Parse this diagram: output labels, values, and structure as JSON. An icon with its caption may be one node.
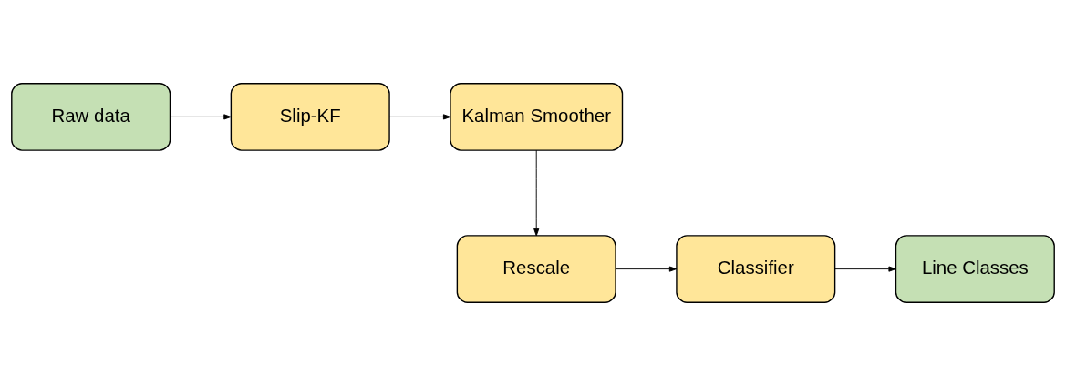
{
  "diagram": {
    "nodes": [
      {
        "text": [
          "Raw data"
        ]
      },
      {
        "text": [
          "Slip-KF"
        ]
      },
      {
        "text": [
          "Kalman Smoother"
        ]
      },
      {
        "text": [
          "Rescale"
        ]
      },
      {
        "text": [
          "Classifier"
        ]
      },
      {
        "text": [
          "Line Classes"
        ]
      }
    ],
    "edges": [
      {
        "from": 0,
        "to": 1,
        "arrow": "to"
      },
      {
        "from": 1,
        "to": 2,
        "arrow": "to"
      },
      {
        "from": 2,
        "to": 3,
        "arrow": "to"
      },
      {
        "from": 3,
        "to": 4,
        "arrow": "to"
      },
      {
        "from": 4,
        "to": 5,
        "arrow": "to"
      }
    ]
  }
}
